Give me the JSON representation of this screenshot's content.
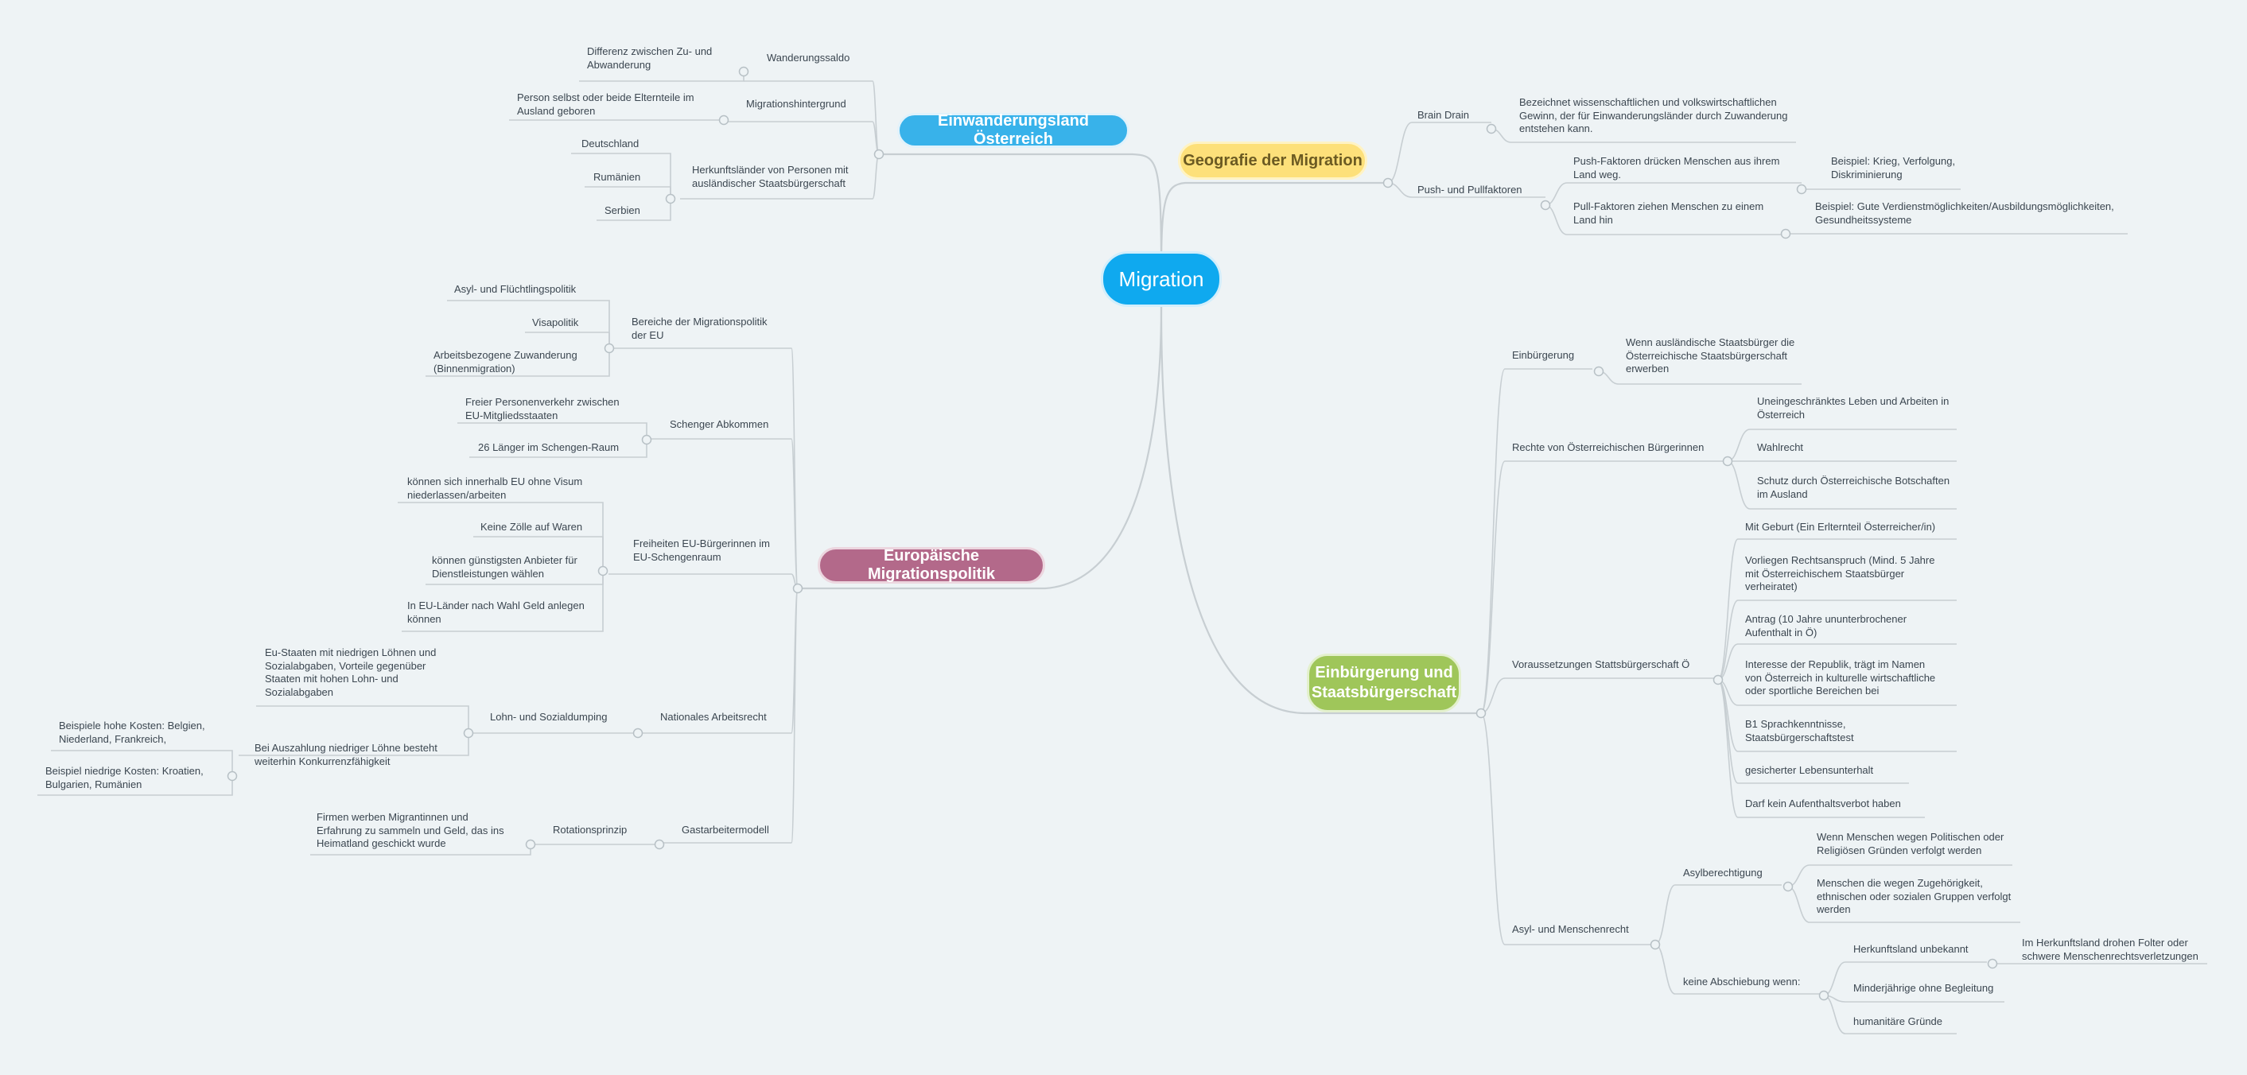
{
  "diagram": {
    "central": "Migration",
    "branches": {
      "einwanderung": {
        "title": "Einwanderungsland Österreich",
        "wanderungssaldo": "Wanderungssaldo",
        "wanderungssaldo_def": "Differenz zwischen Zu- und\nAbwanderung",
        "migrationshintergrund": "Migrationshintergrund",
        "migrationshintergrund_def": "Person selbst oder beide Elternteile im\nAusland geboren",
        "herkunft": "Herkunftsländer von Personen mit\nausländischer Staatsbürgerschaft",
        "laender": [
          "Deutschland",
          "Rumänien",
          "Serbien"
        ]
      },
      "geografie": {
        "title": "Geografie der Migration",
        "brain_drain": "Brain Drain",
        "brain_drain_def": "Bezeichnet wissenschaftlichen und volkswirtschaftlichen\nGewinn, der für Einwanderungsländer durch Zuwanderung\nentstehen kann.",
        "push_pull": "Push- und Pullfaktoren",
        "push": "Push-Faktoren drücken Menschen aus ihrem\nLand weg.",
        "push_example": "Beispiel: Krieg, Verfolgung,\nDiskriminierung",
        "pull": "Pull-Faktoren ziehen Menschen zu einem\nLand hin",
        "pull_example": "Beispiel: Gute Verdienstmöglichkeiten/Ausbildungsmöglichkeiten,\nGesundheitssysteme"
      },
      "eu": {
        "title": "Europäische Migrationspolitik",
        "bereiche": "Bereiche der Migrationspolitik\nder EU",
        "bereiche_items": [
          "Asyl- und Flüchtlingspolitik",
          "Visapolitik",
          "Arbeitsbezogene Zuwanderung\n(Binnenmigration)"
        ],
        "schengen": "Schenger Abkommen",
        "schengen_items": [
          "Freier Personenverkehr zwischen\nEU-Mitgliedsstaaten",
          "26 Länger im Schengen-Raum"
        ],
        "freiheiten": "Freiheiten EU-Bürgerinnen im\nEU-Schengenraum",
        "freiheiten_items": [
          "können sich innerhalb EU ohne Visum\nniederlassen/arbeiten",
          "Keine Zölle auf Waren",
          "können günstigsten Anbieter für\nDienstleistungen wählen",
          "In EU-Länder nach Wahl Geld anlegen\nkönnen"
        ],
        "arbeitsrecht": "Nationales Arbeitsrecht",
        "dumping": "Lohn- und Sozialdumping",
        "dumping_a": "Eu-Staaten mit niedrigen Löhnen und\nSozialabgaben, Vorteile gegenüber\nStaaten mit hohen Lohn- und\nSozialabgaben",
        "dumping_b": "Bei Auszahlung niedriger Löhne besteht\nweiterhin Konkurrenzfähigkeit",
        "kosten_hoch": "Beispiele hohe Kosten: Belgien,\nNiederland, Frankreich,",
        "kosten_niedrig": "Beispiel niedrige Kosten: Kroatien,\nBulgarien, Rumänien",
        "gastarbeiter": "Gastarbeitermodell",
        "rotation": "Rotationsprinzip",
        "rotation_def": "Firmen werben Migrantinnen und\nErfahrung zu sammeln und Geld, das ins\nHeimatland geschickt wurde"
      },
      "einbuergerung": {
        "title": "Einbürgerung und\nStaatsbürgerschaft",
        "einb": "Einbürgerung",
        "einb_def": "Wenn ausländische Staatsbürger die\nÖsterreichische Staatsbürgerschaft\nerwerben",
        "rechte": "Rechte von Österreichischen Bürgerinnen",
        "rechte_items": [
          "Uneingeschränktes Leben und Arbeiten in\nÖsterreich",
          "Wahlrecht",
          "Schutz durch Österreichische Botschaften\nim Ausland"
        ],
        "voraus": "Voraussetzungen Stattsbürgerschaft Ö",
        "voraus_items": [
          "Mit Geburt (Ein Erlternteil Österreicher/in)",
          "Vorliegen Rechtsanspruch (Mind. 5 Jahre\nmit Österreichischem Staatsbürger\nverheiratet)",
          "Antrag (10 Jahre ununterbrochener\nAufenthalt in Ö)",
          "Interesse der Republik, trägt im Namen\nvon Österreich in kulturelle wirtschaftliche\noder sportliche Bereichen bei",
          "B1 Sprachkenntnisse,\nStaatsbürgerschaftstest",
          "gesicherter Lebensunterhalt",
          "Darf kein Aufenthaltsverbot haben"
        ],
        "asyl": "Asyl- und Menschenrecht",
        "asylberechtigung": "Asylberechtigung",
        "asyl_items": [
          "Wenn Menschen wegen Politischen oder\nReligiösen Gründen verfolgt werden",
          "Menschen die wegen Zugehörigkeit,\nethnischen oder sozialen Gruppen verfolgt\nwerden"
        ],
        "abschiebung": "keine Abschiebung wenn:",
        "herkunft_unbekannt": "Herkunftsland unbekannt",
        "folter": "Im Herkunftsland drohen Folter oder\nschwere Menschenrechtsverletzungen",
        "abschiebung_items": [
          "Minderjährige ohne Begleitung",
          "humanitäre Gründe"
        ]
      }
    }
  }
}
